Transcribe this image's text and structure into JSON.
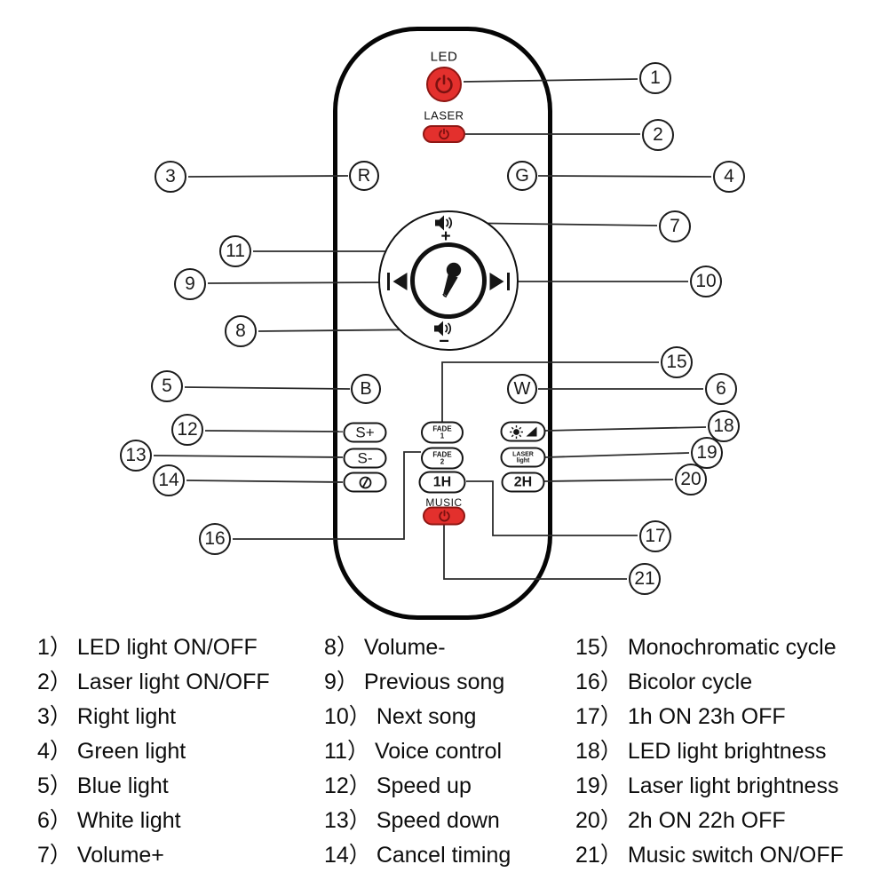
{
  "colors": {
    "button_red": "#e3302d",
    "button_red_border": "#8f1714",
    "power_glyph": "#7c1110",
    "outline": "#060606",
    "callout_line": "#2b2b2b",
    "text": "#0d0d0d"
  },
  "icons": {
    "power-icon": "⏻",
    "speaker-icon": "🔊",
    "mic-icon": "🎤",
    "prev-track-icon": "|◀",
    "next-track-icon": "▶|",
    "brightness-icon": "☀◢",
    "cancel-icon": "⊘"
  },
  "remote": {
    "led": {
      "label": "LED"
    },
    "laser": {
      "label": "LASER"
    },
    "music": {
      "label": "MUSIC"
    },
    "color_buttons": {
      "r": "R",
      "g": "G",
      "b": "B",
      "w": "W"
    },
    "speed_buttons": {
      "s_plus": "S+",
      "s_minus": "S-"
    },
    "fade1": {
      "line1": "FADE",
      "line2": "1"
    },
    "fade2": {
      "line1": "FADE",
      "line2": "2"
    },
    "timer_buttons": {
      "one_h": "1H",
      "two_h": "2H"
    },
    "laser_light": {
      "line1": "LASER",
      "line2": "light"
    },
    "pad": {
      "plus": "+",
      "minus": "−"
    }
  },
  "callouts": {
    "c1": "1",
    "c2": "2",
    "c3": "3",
    "c4": "4",
    "c5": "5",
    "c6": "6",
    "c7": "7",
    "c8": "8",
    "c9": "9",
    "c10": "10",
    "c11": "11",
    "c12": "12",
    "c13": "13",
    "c14": "14",
    "c15": "15",
    "c16": "16",
    "c17": "17",
    "c18": "18",
    "c19": "19",
    "c20": "20",
    "c21": "21"
  },
  "legend": {
    "columns": [
      {
        "items": [
          {
            "num": "1）",
            "label": "LED light ON/OFF"
          },
          {
            "num": "2）",
            "label": "Laser light ON/OFF"
          },
          {
            "num": "3）",
            "label": "Right light"
          },
          {
            "num": "4）",
            "label": "Green light"
          },
          {
            "num": "5）",
            "label": "Blue light"
          },
          {
            "num": "6）",
            "label": "White light"
          },
          {
            "num": "7）",
            "label": "Volume+"
          }
        ]
      },
      {
        "items": [
          {
            "num": "8）",
            "label": "Volume-"
          },
          {
            "num": "9）",
            "label": "Previous song"
          },
          {
            "num": "10）",
            "label": "Next song"
          },
          {
            "num": "11）",
            "label": "Voice control"
          },
          {
            "num": "12）",
            "label": "Speed up"
          },
          {
            "num": "13）",
            "label": "Speed down"
          },
          {
            "num": "14）",
            "label": "Cancel timing"
          }
        ]
      },
      {
        "items": [
          {
            "num": "15）",
            "label": "Monochromatic cycle"
          },
          {
            "num": "16）",
            "label": "Bicolor cycle"
          },
          {
            "num": "17）",
            "label": "1h ON 23h OFF"
          },
          {
            "num": "18）",
            "label": "LED light brightness"
          },
          {
            "num": "19）",
            "label": "Laser light brightness"
          },
          {
            "num": "20）",
            "label": "2h ON 22h OFF"
          },
          {
            "num": "21）",
            "label": "Music switch ON/OFF"
          }
        ]
      }
    ]
  }
}
